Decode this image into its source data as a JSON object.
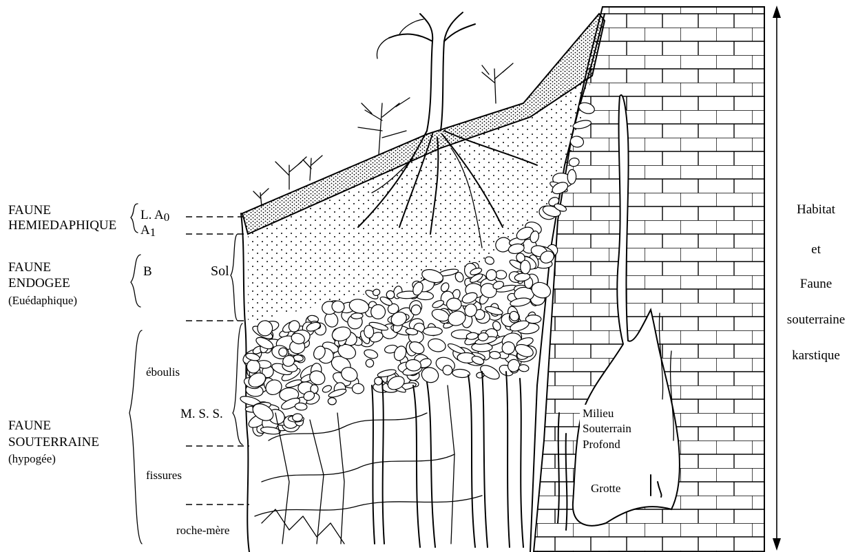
{
  "zones": {
    "hemiedaphique": {
      "line1": "FAUNE",
      "line2": "HEMIEDAPHIQUE",
      "horizon_top": "L. A",
      "horizon_top_sub": "0",
      "horizon_bottom": "A",
      "horizon_bottom_sub": "1"
    },
    "endogee": {
      "line1": "FAUNE",
      "line2": "ENDOGEE",
      "line3": "(Euédaphique)",
      "horizon": "B",
      "soil_label": "Sol"
    },
    "souterraine": {
      "line1": "FAUNE",
      "line2": "SOUTERRAINE",
      "line3": "(hypogée)",
      "eboulis": "éboulis",
      "mss": "M. S. S.",
      "fissures": "fissures",
      "roche_mere": "roche-mère"
    }
  },
  "cave": {
    "line1": "Milieu",
    "line2": "Souterrain",
    "line3": "Profond",
    "grotte": "Grotte"
  },
  "habitat": {
    "line1": "Habitat",
    "line2": "et",
    "line3": "Faune",
    "line4": "souterraine",
    "line5": "karstique"
  },
  "colors": {
    "ink": "#000000",
    "paper": "#ffffff"
  }
}
